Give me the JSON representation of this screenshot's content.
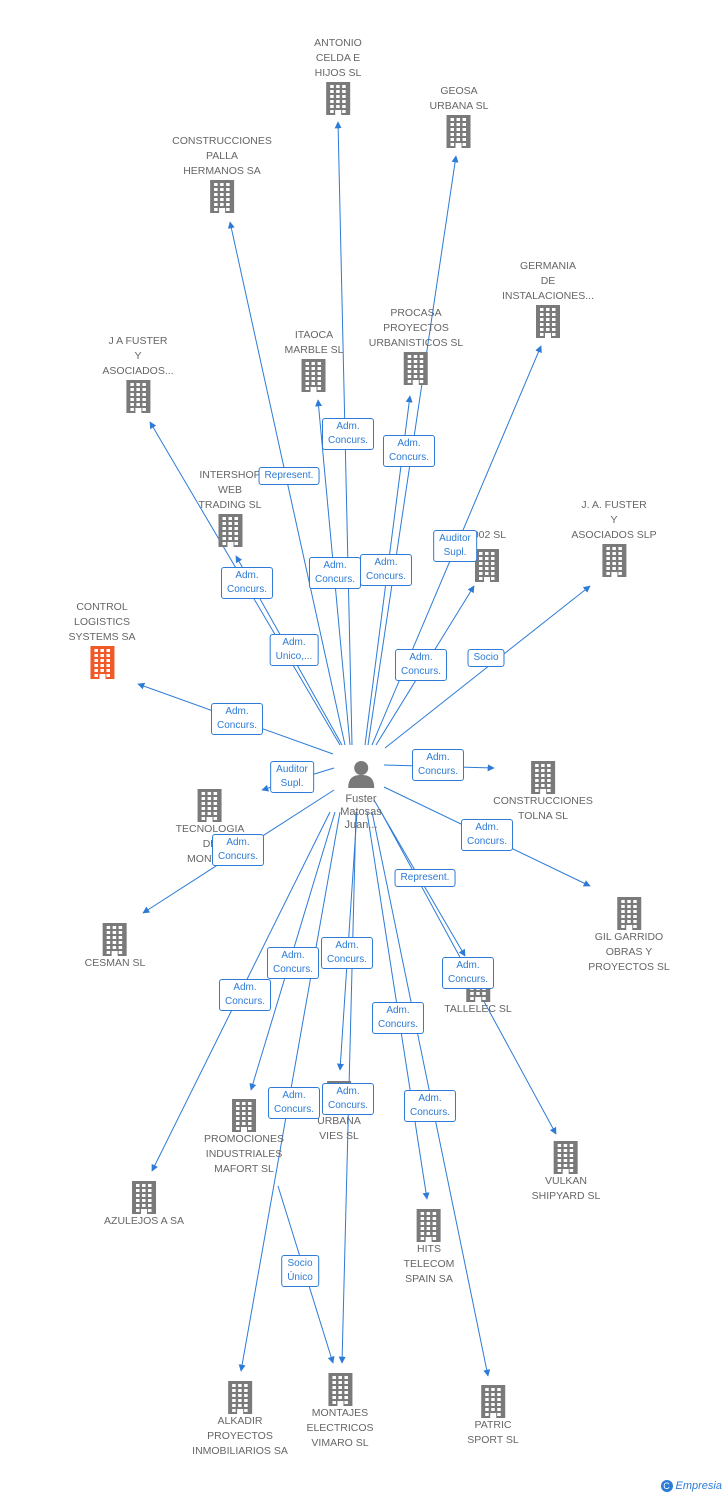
{
  "center": {
    "id": "fuster",
    "label": "Fuster\nMatosas\nJuan..."
  },
  "colors": {
    "edge": "#2d7bd6",
    "building": "#7a7a7a",
    "highlight": "#f05a28",
    "text": "#666666"
  },
  "nodes": [
    {
      "id": "antonio",
      "label": "ANTONIO\nCELDA E\nHIJOS SL"
    },
    {
      "id": "geosa",
      "label": "GEOSA\nURBANA  SL"
    },
    {
      "id": "construcciones_palla",
      "label": "CONSTRUCCIONES\nPALLA\nHERMANOS SA"
    },
    {
      "id": "germania",
      "label": "GERMANIA\nDE\nINSTALACIONES..."
    },
    {
      "id": "procasa",
      "label": "PROCASA\nPROYECTOS\nURBANISTICOS SL"
    },
    {
      "id": "itaoca",
      "label": "ITAOCA\nMARBLE SL"
    },
    {
      "id": "jafuster_asociados",
      "label": "J A FUSTER\nY\nASOCIADOS..."
    },
    {
      "id": "intershop",
      "label": "INTERSHOP\nWEB\nTRADING SL"
    },
    {
      "id": "n2002",
      "label": "2002 SL"
    },
    {
      "id": "jafuster_slp",
      "label": "J. A. FUSTER\nY\nASOCIADOS SLP"
    },
    {
      "id": "control",
      "label": "CONTROL\nLOGISTICS\nSYSTEMS SA",
      "highlight": true
    },
    {
      "id": "tolna",
      "label": "CONSTRUCCIONES\nTOLNA SL"
    },
    {
      "id": "tecnologia",
      "label": "TECNOLOGIA\nDE\nMONTA..."
    },
    {
      "id": "gilgarrido",
      "label": "GIL GARRIDO\nOBRAS Y\nPROYECTOS SL"
    },
    {
      "id": "cesman",
      "label": "CESMAN SL"
    },
    {
      "id": "tallelec",
      "label": "TALLELEC SL"
    },
    {
      "id": "urbanavies",
      "label": "URBANA\nVIES SL"
    },
    {
      "id": "mafort",
      "label": "PROMOCIONES\nINDUSTRIALES\nMAFORT SL"
    },
    {
      "id": "vulkan",
      "label": "VULKAN\nSHIPYARD SL"
    },
    {
      "id": "azulejos",
      "label": "AZULEJOS A SA"
    },
    {
      "id": "hits",
      "label": "HITS\nTELECOM\nSPAIN SA"
    },
    {
      "id": "alkadir",
      "label": "ALKADIR\nPROYECTOS\nINMOBILIARIOS SA"
    },
    {
      "id": "vimaro",
      "label": "MONTAJES\nELECTRICOS\nVIMARO SL"
    },
    {
      "id": "patric",
      "label": "PATRIC\nSPORT SL"
    }
  ],
  "edges": [
    {
      "to": "antonio",
      "label": "Adm.\nConcurs."
    },
    {
      "to": "geosa",
      "label": "Adm.\nConcurs."
    },
    {
      "to": "construcciones_palla",
      "label": "Represent."
    },
    {
      "to": "germania",
      "label": "Auditor\nSupl."
    },
    {
      "to": "procasa",
      "label": "Adm.\nConcurs."
    },
    {
      "to": "itaoca",
      "label": "Adm.\nConcurs."
    },
    {
      "to": "jafuster_asociados",
      "label": "Adm.\nConcurs."
    },
    {
      "to": "intershop",
      "label": "Adm.\nUnico,..."
    },
    {
      "to": "n2002",
      "label": "Adm.\nConcurs."
    },
    {
      "to": "jafuster_slp",
      "label": "Socio"
    },
    {
      "to": "control",
      "label": "Adm.\nConcurs."
    },
    {
      "to": "tolna",
      "label": "Adm.\nConcurs."
    },
    {
      "to": "tecnologia",
      "label": "Auditor\nSupl."
    },
    {
      "to": "gilgarrido",
      "label": "Adm.\nConcurs."
    },
    {
      "to": "cesman",
      "label": "Adm.\nConcurs."
    },
    {
      "to": "tallelec",
      "label": "Represent."
    },
    {
      "to": "vulkan",
      "label": "Adm.\nConcurs."
    },
    {
      "to": "urbanavies",
      "label": "Adm.\nConcurs."
    },
    {
      "to": "mafort",
      "label": "Adm.\nConcurs."
    },
    {
      "to": "azulejos",
      "label": "Adm.\nConcurs."
    },
    {
      "to": "hits",
      "label": "Adm.\nConcurs."
    },
    {
      "to": "alkadir",
      "label": "Adm.\nConcurs."
    },
    {
      "to": "vimaro",
      "label": "Adm.\nConcurs."
    },
    {
      "to": "patric",
      "label": "Adm.\nConcurs."
    },
    {
      "from": "mafort",
      "to": "vimaro",
      "label": "Socio\nÚnico"
    }
  ],
  "brand": {
    "text": "Empresia",
    "mark": "C"
  }
}
